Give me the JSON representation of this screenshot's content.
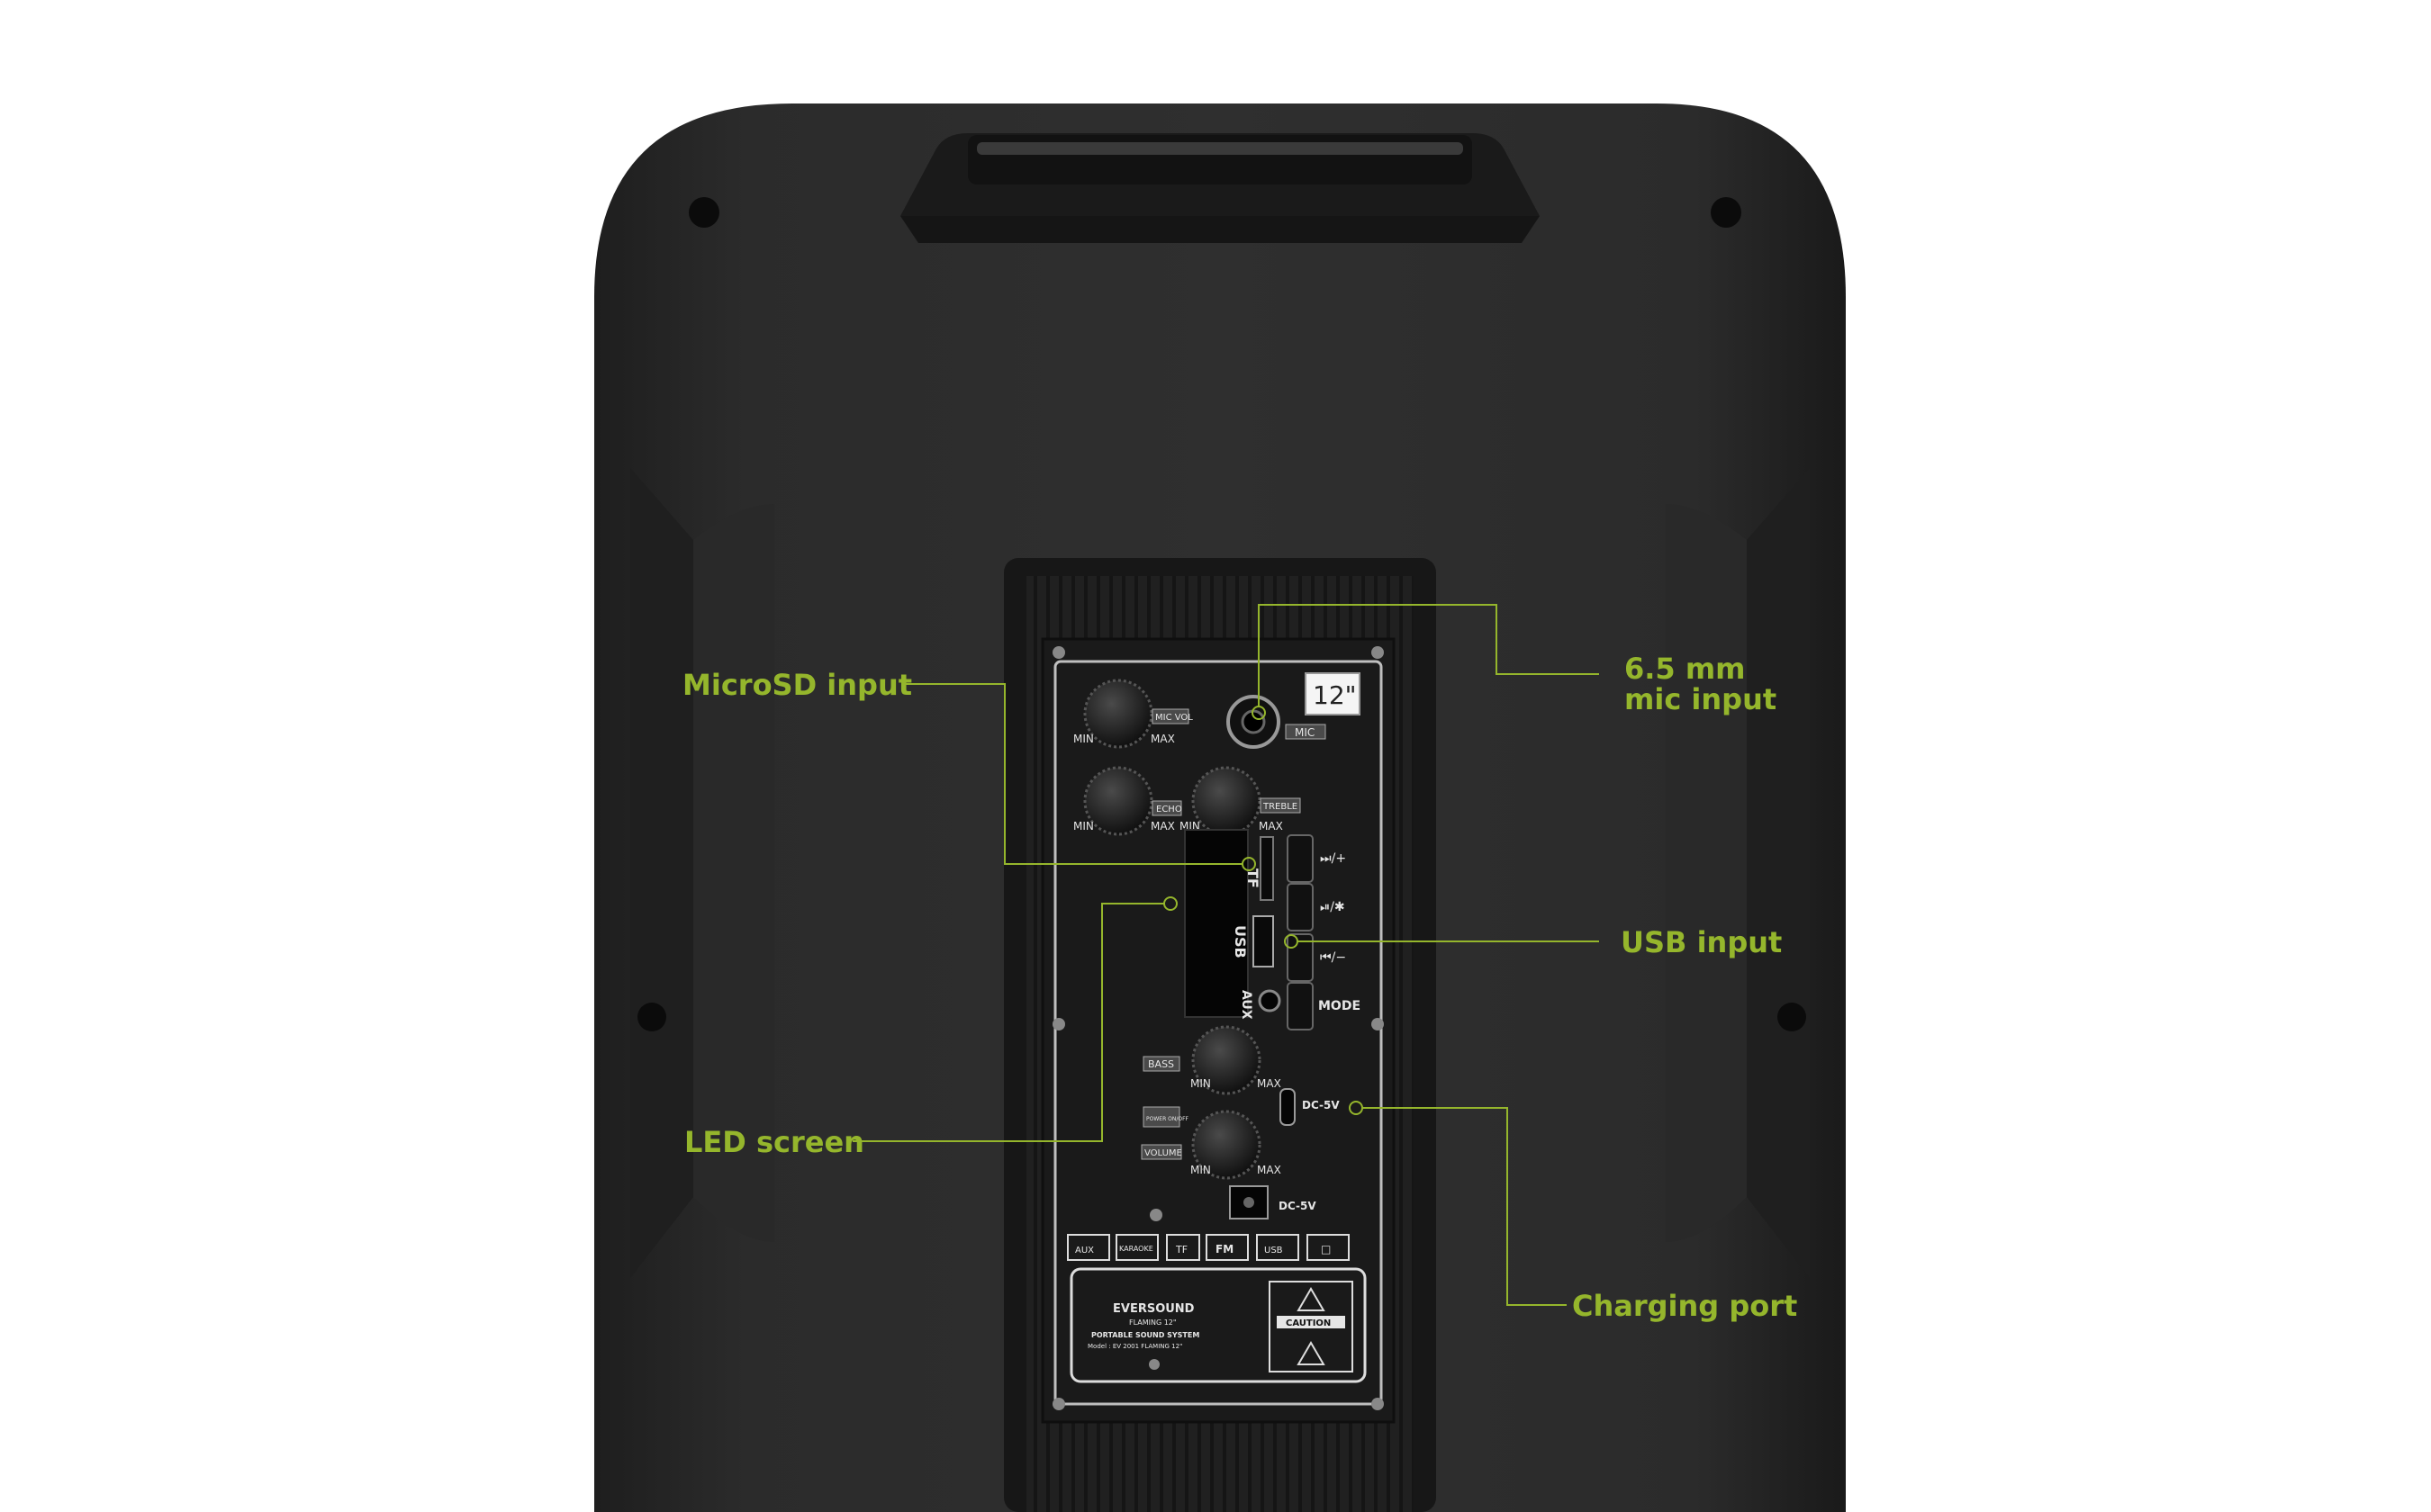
{
  "colors": {
    "accent": "#95b62c",
    "body": "#262626",
    "panel": "#1c1c1c",
    "panel_line": "#bfbfbf",
    "label_text": "#e6e6e6"
  },
  "callouts": {
    "microsd": "MicroSD input",
    "mic_line1": "6.5 mm",
    "mic_line2": "mic input",
    "usb": "USB input",
    "led": "LED screen",
    "charging": "Charging port"
  },
  "panel": {
    "size_badge": "12\"",
    "mic_tag": "MIC",
    "knob_min": "MIN",
    "knob_max": "MAX",
    "mic_vol": "MIC VOL",
    "echo": "ECHO",
    "treble": "TREBLE",
    "bass": "BASS",
    "volume": "VOLUME",
    "power": "POWER ON/OFF",
    "tf": "TF",
    "usb": "USB",
    "aux": "AUX",
    "btn_next": "⏭/+",
    "btn_play": "⏯/✱",
    "btn_prev": "⏮/−",
    "btn_mode": "MODE",
    "dc_1": "DC-5V",
    "dc_2": "DC-5V",
    "badges": [
      "AUX",
      "KARAOKE",
      "TF",
      "FM",
      "USB",
      "□"
    ],
    "brand": "EVERSOUND",
    "brand_sub": "FLAMING 12\"",
    "product_line": "PORTABLE SOUND SYSTEM",
    "model": "Model : EV 2001 FLAMING 12\"",
    "caution": "CAUTION"
  }
}
